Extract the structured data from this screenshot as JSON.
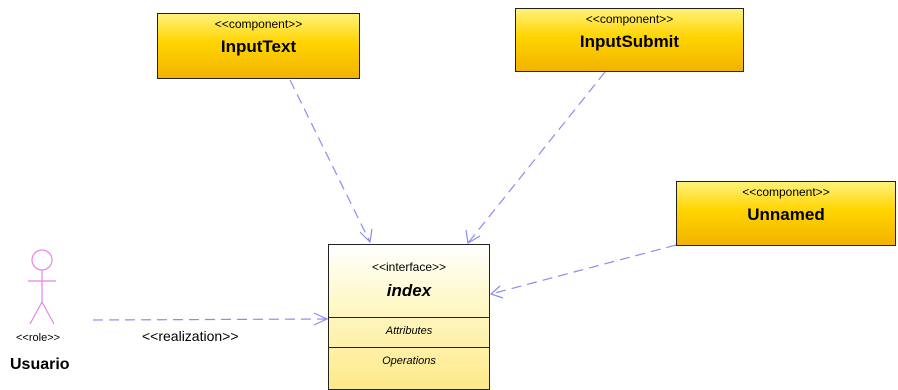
{
  "diagram": {
    "components": [
      {
        "stereotype": "<<component>>",
        "name": "InputText"
      },
      {
        "stereotype": "<<component>>",
        "name": "InputSubmit"
      },
      {
        "stereotype": "<<component>>",
        "name": "Unnamed"
      }
    ],
    "interface": {
      "stereotype": "<<interface>>",
      "name": "index",
      "attributes_label": "Attributes",
      "operations_label": "Operations"
    },
    "actor": {
      "stereotype": "<<role>>",
      "name": "Usuario"
    },
    "realization_label": "<<realization>>",
    "colors": {
      "component_fill_top": "#fff27a",
      "component_fill_bottom": "#f2b300",
      "interface_fill_top": "#ffffff",
      "interface_fill_bottom": "#fde98a",
      "connector": "#8c8cf0",
      "actor": "#e882e8"
    }
  }
}
